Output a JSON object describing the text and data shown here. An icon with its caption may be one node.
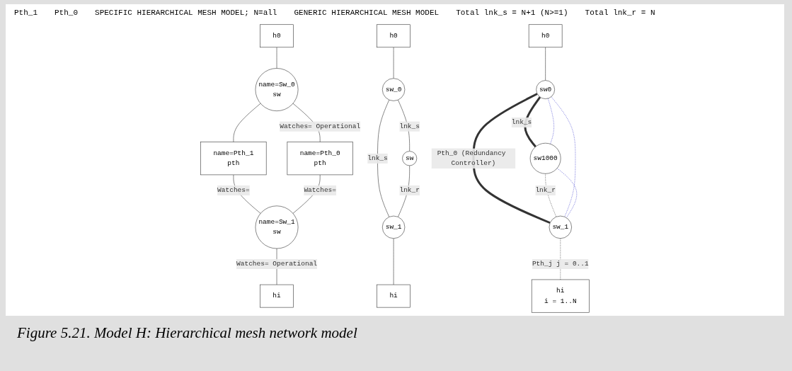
{
  "diagram": {
    "caption": "Figure 5.21. Model H: Hierarchical mesh network model",
    "nodes": [
      {
        "text": [
          "h0"
        ]
      },
      {
        "text": [
          "name=Sw_0",
          "sw"
        ]
      },
      {
        "text": [
          "name=Pth_1",
          "pth"
        ]
      },
      {
        "text": [
          "name=Pth_0",
          "pth"
        ]
      },
      {
        "text": [
          "name=Sw_1",
          "sw"
        ]
      },
      {
        "text": [
          "hi"
        ]
      },
      {
        "text": [
          "h0"
        ]
      },
      {
        "text": [
          "sw_0"
        ]
      },
      {
        "text": [
          "sw"
        ]
      },
      {
        "text": [
          "sw_1"
        ]
      },
      {
        "text": [
          "hi"
        ]
      },
      {
        "text": [
          "h0"
        ]
      },
      {
        "text": [
          "sw0"
        ]
      },
      {
        "text": [
          "sw1000"
        ]
      },
      {
        "text": [
          "sw_1"
        ]
      },
      {
        "text": [
          "hi",
          "i = 1..N"
        ]
      }
    ],
    "edges": [
      {
        "from": 0,
        "to": 1,
        "arrow": "none"
      },
      {
        "from": 1,
        "to": 2,
        "arrow": "none"
      },
      {
        "from": 1,
        "to": 3,
        "arrow": "none",
        "label": "Watches= Operational"
      },
      {
        "from": 2,
        "to": 4,
        "arrow": "none",
        "label": "Watches="
      },
      {
        "from": 3,
        "to": 4,
        "arrow": "none",
        "label": "Watches="
      },
      {
        "from": 4,
        "to": 5,
        "arrow": "none",
        "label": "Watches= Operational"
      },
      {
        "from": 6,
        "to": 7,
        "arrow": "none"
      },
      {
        "from": 7,
        "to": 8,
        "arrow": "none",
        "label": "lnk_s"
      },
      {
        "from": 7,
        "to": 9,
        "arrow": "none",
        "label": "lnk_s"
      },
      {
        "from": 8,
        "to": 9,
        "arrow": "none",
        "label": "lnk_r"
      },
      {
        "from": 9,
        "to": 10,
        "arrow": "none"
      },
      {
        "from": 11,
        "to": 12,
        "arrow": "none"
      },
      {
        "from": 12,
        "to": 13,
        "arrow": "none",
        "label": "lnk_s",
        "style": "thick"
      },
      {
        "from": 12,
        "to": 14,
        "arrow": "none",
        "label": "Pth_0 (Redundancy Controller)",
        "style": "thick"
      },
      {
        "from": 13,
        "to": 14,
        "arrow": "none",
        "label": "lnk_r",
        "style": "dashed"
      },
      {
        "from": 12,
        "to": 13,
        "arrow": "none",
        "style": "dashed",
        "color": "#3333cc"
      },
      {
        "from": 12,
        "to": 14,
        "arrow": "none",
        "style": "dashed",
        "color": "#3333cc"
      },
      {
        "from": 13,
        "to": 14,
        "arrow": "none",
        "style": "dashed",
        "color": "#3333cc"
      },
      {
        "from": 14,
        "to": 15,
        "arrow": "none",
        "label": "Pth_j j = 0..1",
        "style": "dashed"
      }
    ],
    "labels": [
      "Pth_1",
      "Pth_0",
      "SPECIFIC HIERARCHICAL MESH MODEL; N=all",
      "GENERIC HIERARCHICAL MESH MODEL",
      "Total lnk_s = N+1 (N>=1)",
      "Total lnk_r = N"
    ]
  }
}
